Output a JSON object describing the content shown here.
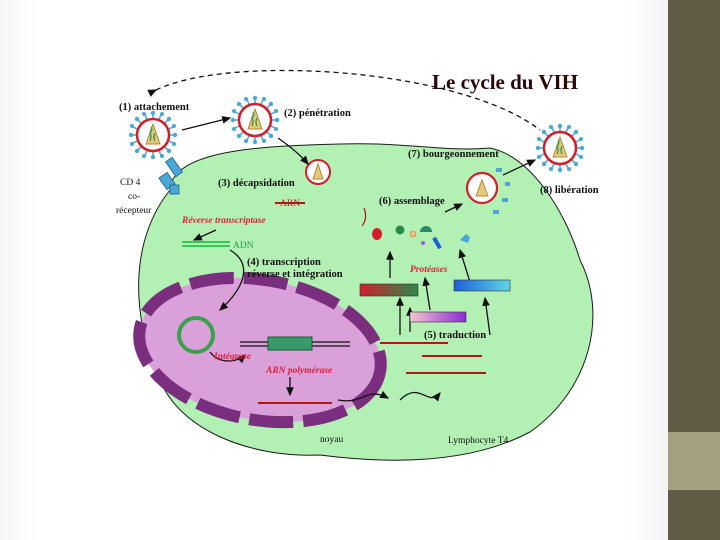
{
  "title": "Le cycle du VIH",
  "steps": {
    "attachement": "(1) attachement",
    "penetration": "(2) pénétration",
    "decapsidation": "(3) décapsidation",
    "transcription_1": "(4) transcription",
    "transcription_2": "réverse et intégration",
    "traduction": "(5) traduction",
    "assemblage": "(6) assemblage",
    "bourgeonnement": "(7) bourgeonnement",
    "liberation": "(8) libération"
  },
  "labels": {
    "cd4": "CD 4",
    "coreceptor_1": "co-",
    "coreceptor_2": "récepteur",
    "arn": "ARN",
    "adn": "ADN",
    "noyau": "noyau",
    "lymphocyte": "Lymphocyte T4"
  },
  "enzymes": {
    "reverse_transcriptase": "Réverse transcriptase",
    "integrase": "Intégrase",
    "arn_polymerase": "ARN polymérase",
    "proteases": "Protéases"
  },
  "colors": {
    "cell_fill": "#b2f0b4",
    "nucleus_fill": "#d9a0d9",
    "nuclear_envelope": "#7a2e7e",
    "virus_ring": "#d11f2a",
    "enzyme_text": "#e0203a",
    "rna": "#b01818",
    "dna": "#24c24a",
    "receptor": "#4aa7d6",
    "side_strip": "#5f5b44",
    "side_accent": "#a4a07e"
  }
}
